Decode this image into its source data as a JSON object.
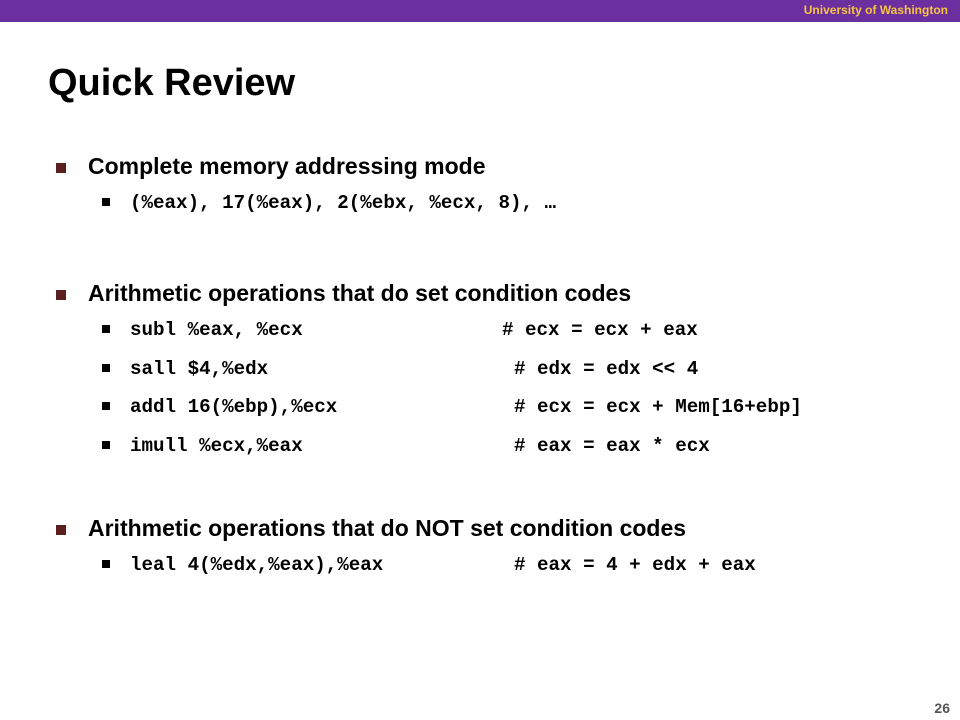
{
  "header": {
    "institution": "University of Washington"
  },
  "slide": {
    "title": "Quick Review",
    "page_number": "26",
    "sections": [
      {
        "heading": "Complete memory addressing mode",
        "items": [
          {
            "code": "(%eax), 17(%eax), 2(%ebx, %ecx, 8), …",
            "comment": ""
          }
        ]
      },
      {
        "heading": "Arithmetic operations that do set condition codes",
        "items": [
          {
            "code": "subl %eax, %ecx",
            "comment": "# ecx = ecx + eax"
          },
          {
            "code": "sall $4,%edx",
            "comment": "# edx = edx << 4"
          },
          {
            "code": "addl 16(%ebp),%ecx",
            "comment": "# ecx = ecx + Mem[16+ebp]"
          },
          {
            "code": "imull %ecx,%eax",
            "comment": "# eax = eax * ecx"
          }
        ]
      },
      {
        "heading": "Arithmetic operations that do NOT set condition codes",
        "items": [
          {
            "code": "leal 4(%edx,%eax),%eax",
            "comment": "# eax = 4 + edx + eax"
          }
        ]
      }
    ]
  },
  "colors": {
    "header_bar": "#6b2fa0",
    "header_text": "#f5c542",
    "bullet": "#5c1f20"
  }
}
